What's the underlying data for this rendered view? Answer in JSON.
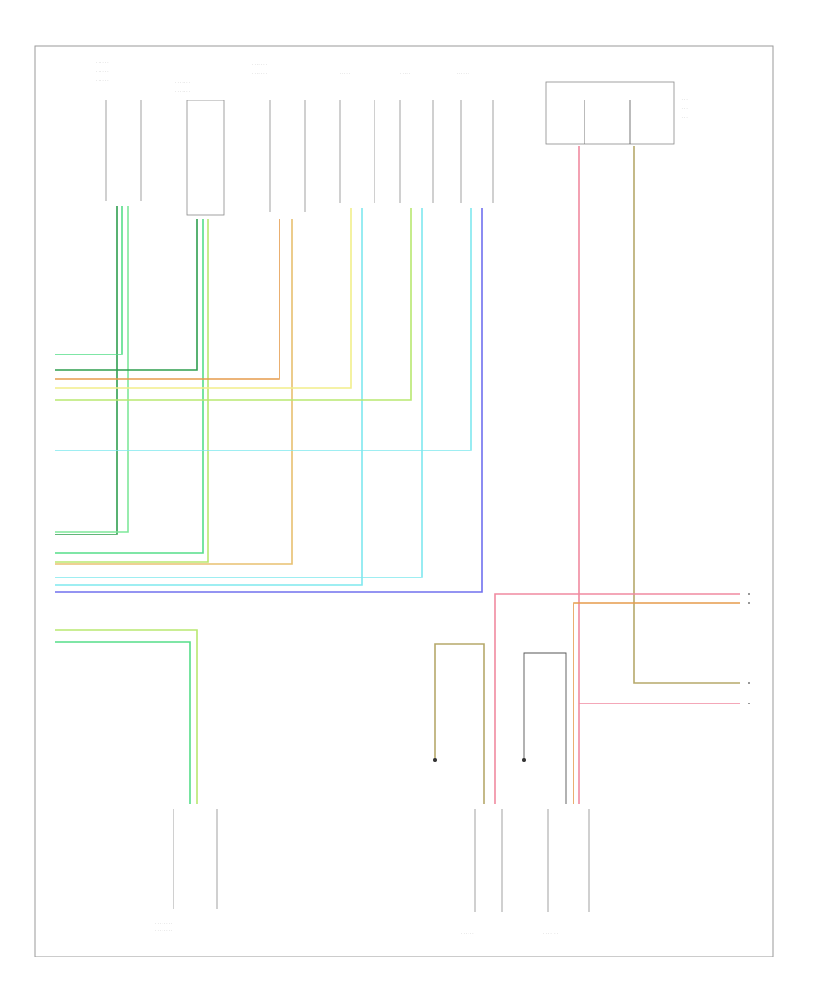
{
  "diagram": {
    "footer_code": "",
    "colors": {
      "light_green": "#7ee89a",
      "green": "#55dd88",
      "dark_green": "#2f9e4f",
      "orange": "#e59b4c",
      "tan": "#e8c070",
      "yellow": "#f2ee8a",
      "cyan": "#7fe8ee",
      "blue": "#7070ee",
      "pink": "#f08aa0",
      "olive": "#b5a86a",
      "lime": "#b8e870",
      "gray_frame": "#9a9a9a"
    },
    "components": [
      {
        "id": "lf-speaker",
        "label": ""
      },
      {
        "id": "rf-speaker",
        "label": ""
      },
      {
        "id": "front-speaker-center",
        "label": ""
      },
      {
        "id": "right-speaker",
        "label": ""
      },
      {
        "id": "left-speaker",
        "label": ""
      },
      {
        "id": "lower-speaker",
        "label": ""
      },
      {
        "id": "fuse-block",
        "label": ""
      },
      {
        "id": "left-rear-module",
        "label": ""
      },
      {
        "id": "driver-seat-module",
        "label": ""
      },
      {
        "id": "passenger-seat-module",
        "label": ""
      },
      {
        "id": "ground-left",
        "label": ""
      },
      {
        "id": "ground-right",
        "label": ""
      }
    ]
  }
}
